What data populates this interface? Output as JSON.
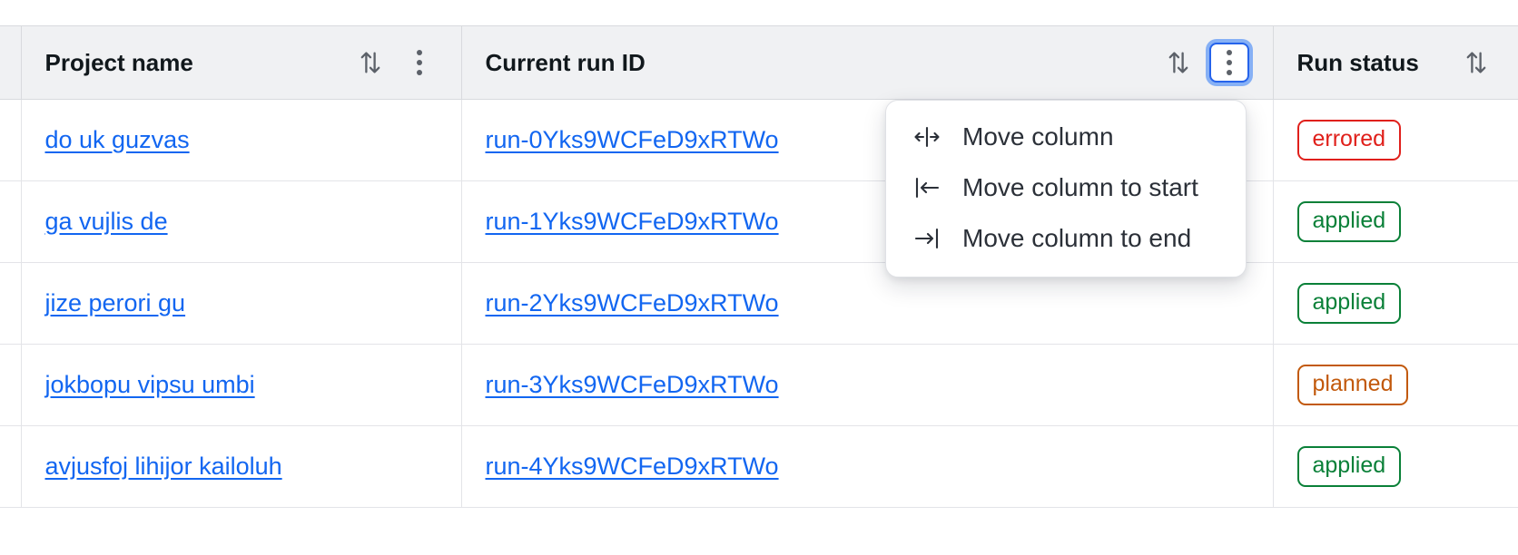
{
  "table": {
    "columns": [
      {
        "key": "gutter",
        "label": "",
        "sortable": false,
        "has_menu": false
      },
      {
        "key": "project",
        "label": "Project name",
        "sortable": true,
        "has_menu": true
      },
      {
        "key": "runid",
        "label": "Current run ID",
        "sortable": true,
        "has_menu": true
      },
      {
        "key": "status",
        "label": "Run status",
        "sortable": true,
        "has_menu": false
      }
    ],
    "rows": [
      {
        "project": "do uk guzvas",
        "run_id": "run-0Yks9WCFeD9xRTWo",
        "status": "errored"
      },
      {
        "project": "ga vujlis de",
        "run_id": "run-1Yks9WCFeD9xRTWo",
        "status": "applied"
      },
      {
        "project": "jize perori gu",
        "run_id": "run-2Yks9WCFeD9xRTWo",
        "status": "applied"
      },
      {
        "project": "jokbopu vipsu umbi",
        "run_id": "run-3Yks9WCFeD9xRTWo",
        "status": "planned"
      },
      {
        "project": "avjusfoj lihijor kailoluh",
        "run_id": "run-4Yks9WCFeD9xRTWo",
        "status": "applied"
      }
    ]
  },
  "column_menu": {
    "open_for_column": "Current run ID",
    "items": [
      {
        "label": "Move column",
        "icon": "move-column-icon"
      },
      {
        "label": "Move column to start",
        "icon": "move-column-to-start-icon"
      },
      {
        "label": "Move column to end",
        "icon": "move-column-to-end-icon"
      }
    ]
  },
  "icons": {
    "sort": "sort-arrows-icon",
    "kebab": "kebab-menu-icon"
  },
  "colors": {
    "link": "#1266f1",
    "errored": "#e0201b",
    "applied": "#0a8038",
    "planned": "#c2590c",
    "focus_ring": "#2563eb",
    "header_bg": "#f0f1f3"
  }
}
